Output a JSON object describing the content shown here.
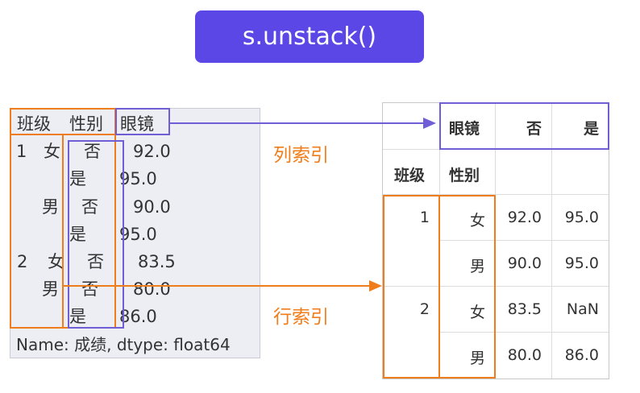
{
  "title": "s.unstack()",
  "series": {
    "header": {
      "level1": "班级",
      "level2": "性别",
      "name": "眼镜"
    },
    "rows": [
      {
        "c1": "1",
        "c2": "女",
        "c3": "否",
        "val": "92.0"
      },
      {
        "c1": "",
        "c2": "",
        "c3": "是",
        "val": "95.0"
      },
      {
        "c1": "",
        "c2": "男",
        "c3": "否",
        "val": "90.0"
      },
      {
        "c1": "",
        "c2": "",
        "c3": "是",
        "val": "95.0"
      },
      {
        "c1": "2",
        "c2": "女",
        "c3": "否",
        "val": "83.5"
      },
      {
        "c1": "",
        "c2": "男",
        "c3": "否",
        "val": "80.0"
      },
      {
        "c1": "",
        "c2": "",
        "c3": "是",
        "val": "86.0"
      }
    ],
    "footer": "Name: 成绩, dtype: float64"
  },
  "labels": {
    "column_index": "列索引",
    "row_index": "行索引"
  },
  "table": {
    "column_header": "眼镜",
    "columns": [
      "否",
      "是"
    ],
    "index_headers": [
      "班级",
      "性别"
    ],
    "rows": [
      {
        "l1": "1",
        "l2": "女",
        "v1": "92.0",
        "v2": "95.0"
      },
      {
        "l1": "",
        "l2": "男",
        "v1": "90.0",
        "v2": "95.0"
      },
      {
        "l1": "2",
        "l2": "女",
        "v1": "83.5",
        "v2": "NaN"
      },
      {
        "l1": "",
        "l2": "男",
        "v1": "80.0",
        "v2": "86.0"
      }
    ]
  },
  "colors": {
    "title_bg": "#5a47e6",
    "orange": "#f07d1b",
    "purple": "#6f5ed6",
    "panel_bg": "#eceef4"
  }
}
